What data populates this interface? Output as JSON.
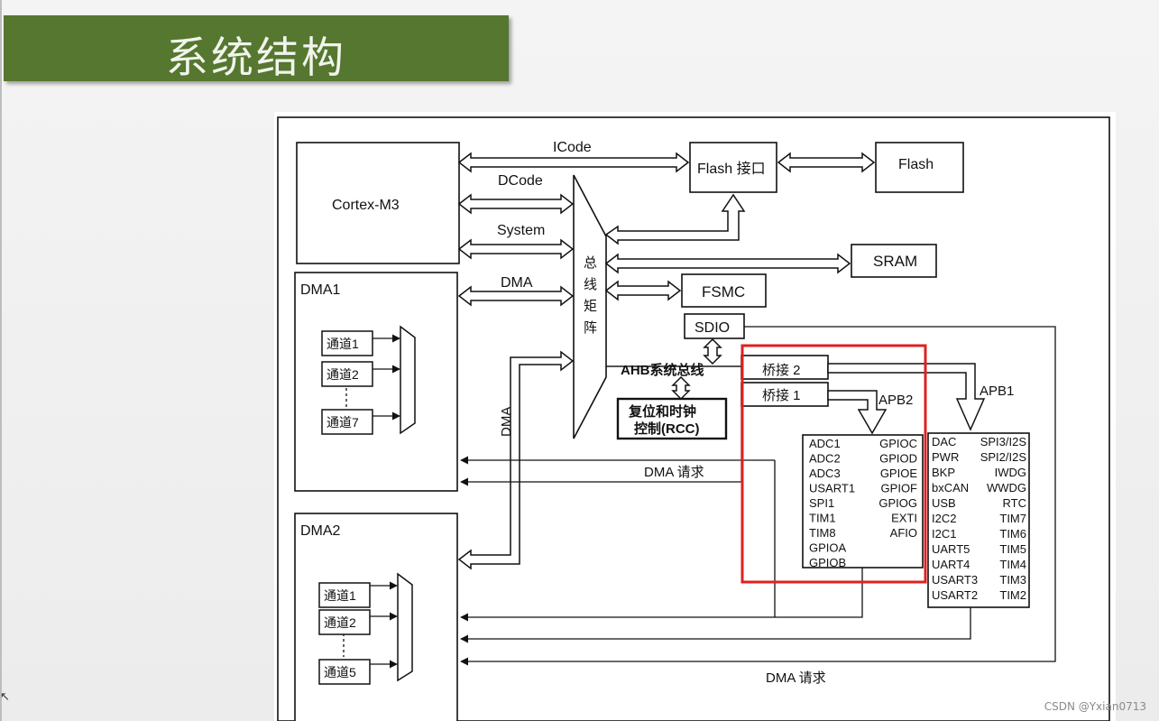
{
  "slide": {
    "title": "系统结构",
    "watermark": "CSDN @Yxian0713"
  },
  "diagram": {
    "cortex": "Cortex-M3",
    "flash_if": "Flash 接口",
    "flash": "Flash",
    "sram": "SRAM",
    "fsmc": "FSMC",
    "sdio": "SDIO",
    "bus_matrix": [
      "总",
      "线",
      "矩",
      "阵"
    ],
    "icode": "ICode",
    "dcode": "DCode",
    "system": "System",
    "dma_bus": "DMA",
    "dma_vertical": "DMA",
    "ahb": "AHB系统总线",
    "bridge2": "桥接 2",
    "bridge1": "桥接 1",
    "apb1": "APB1",
    "apb2": "APB2",
    "rcc_line1": "复位和时钟",
    "rcc_line2": "控制(RCC)",
    "dma_request": "DMA 请求",
    "dma1": {
      "title": "DMA1",
      "channels": [
        "通道1",
        "通道2",
        "通道7"
      ]
    },
    "dma2": {
      "title": "DMA2",
      "channels": [
        "通道1",
        "通道2",
        "通道5"
      ]
    },
    "apb2_left": [
      "ADC1",
      "ADC2",
      "ADC3",
      "USART1",
      "SPI1",
      "TIM1",
      "TIM8",
      "GPIOA",
      "GPIOB"
    ],
    "apb2_right": [
      "GPIOC",
      "GPIOD",
      "GPIOE",
      "GPIOF",
      "GPIOG",
      "EXTI",
      "AFIO"
    ],
    "apb1_left": [
      "DAC",
      "PWR",
      "BKP",
      "bxCAN",
      "USB",
      "I2C2",
      "I2C1",
      "UART5",
      "UART4",
      "USART3",
      "USART2"
    ],
    "apb1_right": [
      "SPI3/I2S",
      "SPI2/I2S",
      "IWDG",
      "WWDG",
      "RTC",
      "TIM7",
      "TIM6",
      "TIM5",
      "TIM4",
      "TIM3",
      "TIM2"
    ],
    "highlight_color": "#e02020"
  }
}
